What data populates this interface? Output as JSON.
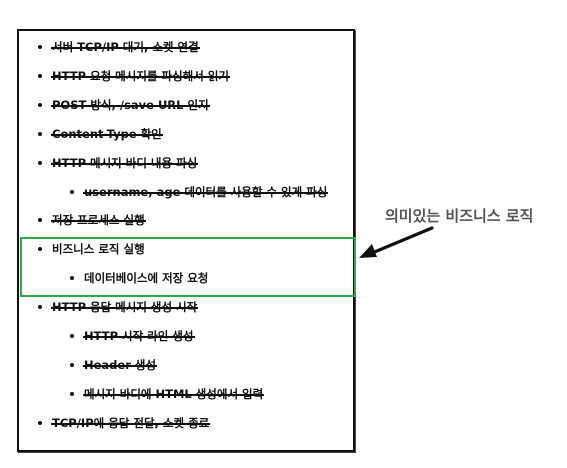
{
  "steps": [
    {
      "label": "서버 TCP/IP 대기, 소켓 연결",
      "struck": true
    },
    {
      "label": "HTTP 요청 메시지를 파싱해서 읽기",
      "struck": true
    },
    {
      "label": "POST 방식, /save URL 인지",
      "struck": true
    },
    {
      "label": "Content-Type 확인",
      "struck": true
    },
    {
      "label": "HTTP 메시지 바디 내용 파싱",
      "struck": true
    },
    {
      "label": "username, age 데이터를 사용할 수 있게 파싱",
      "struck": true
    },
    {
      "label": "저장 프로세스 실행",
      "struck": true
    },
    {
      "label": "비즈니스 로직 실행",
      "struck": false
    },
    {
      "label": "데이터베이스에 저장 요청",
      "struck": false
    },
    {
      "label": "HTTP 응답 메시지 생성 시작",
      "struck": true
    },
    {
      "label": "HTTP 시작 라인 생성",
      "struck": true
    },
    {
      "label": "Header 생성",
      "struck": true
    },
    {
      "label": "메시지 바디에 HTML 생성에서 입력",
      "struck": true
    },
    {
      "label": "TCP/IP에 응답 전달, 소켓 종료",
      "struck": true
    }
  ],
  "callout": {
    "label": "의미있는 비즈니스 로직",
    "highlight_color": "#2fa84a"
  }
}
